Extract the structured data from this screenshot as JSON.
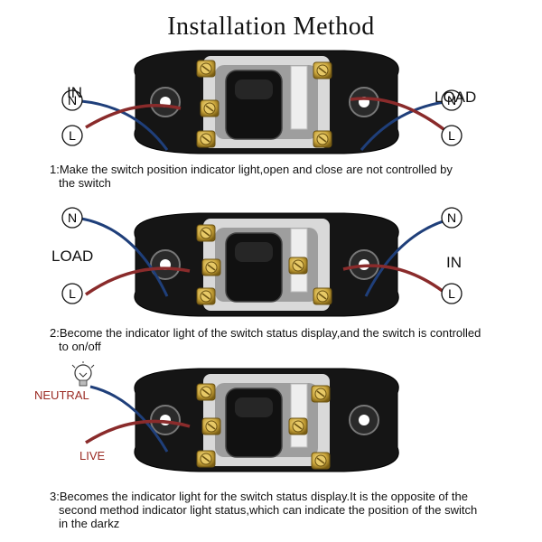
{
  "title": "Installation Method",
  "terminal_n": "N",
  "terminal_l": "L",
  "panels": [
    {
      "left_label": "IN",
      "right_label": "LOAD",
      "caption_line1": "1:Make the switch position indicator light,open and close are not controlled by",
      "caption_line2": "the switch"
    },
    {
      "left_label": "LOAD",
      "right_label": "IN",
      "caption_line1": "2:Become the indicator light of the switch status display,and the switch is controlled",
      "caption_line2": "to on/off"
    },
    {
      "left_label_top": "NEUTRAL",
      "left_label_bottom": "LIVE",
      "caption_line1": "3:Becomes the indicator light for the switch status display.It is the opposite of the",
      "caption_line2": "second method indicator light status,which can indicate the position of the switch",
      "caption_line3": "in the darkz"
    }
  ],
  "icons": [
    "bulb-icon",
    "switch-device",
    "terminal-screw"
  ],
  "colors": {
    "wire_blue": "#1f3f7a",
    "wire_red": "#8a2b2b",
    "brass": "#c9a43a",
    "body": "#151515",
    "label_red": "#9a2a22"
  }
}
